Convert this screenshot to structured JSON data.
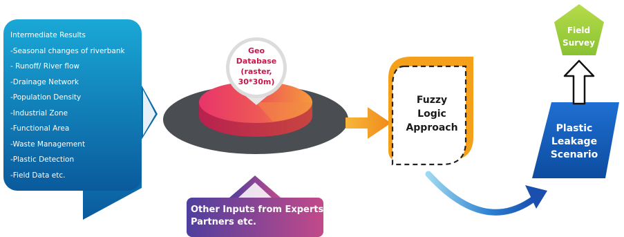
{
  "intermediate_results": {
    "items": [
      "Intermediate Results",
      "-Seasonal changes of riverbank",
      "- Runoff/ River flow",
      "-Drainage Network",
      "-Population Density",
      "-Industrial Zone",
      "-Functional Area",
      "-Waste Management",
      "-Plastic Detection",
      "-Field Data etc."
    ]
  },
  "geo_database": {
    "lines": [
      "Geo",
      "Database",
      "(raster,",
      "30*30m)"
    ]
  },
  "fuzzy_logic": {
    "lines": [
      "Fuzzy",
      "Logic",
      "Approach"
    ]
  },
  "plastic_leakage": {
    "lines": [
      "Plastic",
      "Leakage",
      "Scenario"
    ]
  },
  "field_survey": {
    "lines": [
      "Field",
      "Survey"
    ]
  },
  "other_inputs": {
    "lines": [
      "Other Inputs from Experts,",
      "Partners etc."
    ]
  },
  "colors": {
    "results_blue_top": "#1aa8d6",
    "results_blue_bottom": "#0a5a9c",
    "geo_pink": "#e8356a",
    "geo_orange": "#f59a3c",
    "disc_gray": "#4a4d52",
    "fuzzy_orange": "#f4a01a",
    "plastic_blue": "#1565c0",
    "field_green": "#9ccc3c",
    "other_purple": "#6a4a9a",
    "other_pink": "#c24a8a"
  }
}
